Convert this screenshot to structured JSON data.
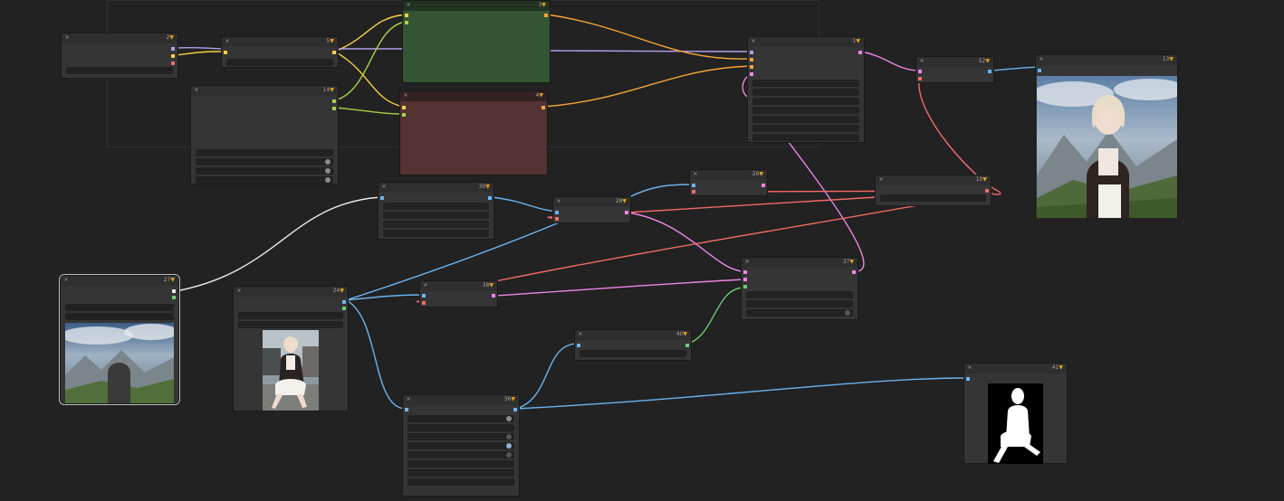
{
  "canvas": {
    "background": "#222222",
    "link_colors": {
      "clip": "#f3d047",
      "conditioning": "#f6a63a",
      "model": "#b49ee8",
      "latent": "#ec86e5",
      "vae": "#f26a6a",
      "image": "#6ab4f0",
      "mask": "#6acd73",
      "white": "#e9e9e9"
    }
  },
  "nodes": [
    {
      "id": "node-2",
      "collapse": "×",
      "badge_id": "2",
      "badge_icon": "▼"
    },
    {
      "id": "node-5",
      "collapse": "×",
      "badge_id": "5",
      "badge_icon": "▼"
    },
    {
      "id": "node-14",
      "collapse": "×",
      "badge_id": "14",
      "badge_icon": "▼"
    },
    {
      "id": "node-3",
      "collapse": "×",
      "badge_id": "3",
      "badge_icon": "▼"
    },
    {
      "id": "node-4",
      "collapse": "×",
      "badge_id": "4",
      "badge_icon": "▼"
    },
    {
      "id": "node-1",
      "collapse": "×",
      "badge_id": "1",
      "badge_icon": "▼"
    },
    {
      "id": "node-12",
      "collapse": "×",
      "badge_id": "12",
      "badge_icon": "▼"
    },
    {
      "id": "node-13",
      "collapse": "×",
      "badge_id": "13",
      "badge_icon": "▼"
    },
    {
      "id": "node-30",
      "collapse": "×",
      "badge_id": "30",
      "badge_icon": "▼"
    },
    {
      "id": "node-28",
      "collapse": "×",
      "badge_id": "28",
      "badge_icon": "▼"
    },
    {
      "id": "node-26",
      "collapse": "×",
      "badge_id": "26",
      "badge_icon": "▼"
    },
    {
      "id": "node-10",
      "collapse": "×",
      "badge_id": "10",
      "badge_icon": "▼"
    },
    {
      "id": "node-27",
      "collapse": "×",
      "badge_id": "27",
      "badge_icon": "▼"
    },
    {
      "id": "node-24",
      "collapse": "×",
      "badge_id": "24",
      "badge_icon": "▼"
    },
    {
      "id": "node-38",
      "collapse": "×",
      "badge_id": "38",
      "badge_icon": "▼"
    },
    {
      "id": "node-37",
      "collapse": "×",
      "badge_id": "37",
      "badge_icon": "▼"
    },
    {
      "id": "node-40",
      "collapse": "×",
      "badge_id": "40",
      "badge_icon": "▼"
    },
    {
      "id": "node-36",
      "collapse": "×",
      "badge_id": "36",
      "badge_icon": "▼"
    },
    {
      "id": "node-41",
      "collapse": "×",
      "badge_id": "41",
      "badge_icon": "▼"
    }
  ],
  "previews": {
    "node-13": {
      "icon": "output-portrait-image"
    },
    "node-27": {
      "icon": "mountain-landscape-image"
    },
    "node-24": {
      "icon": "seated-woman-photo"
    },
    "node-41": {
      "icon": "silhouette-mask-image"
    }
  }
}
